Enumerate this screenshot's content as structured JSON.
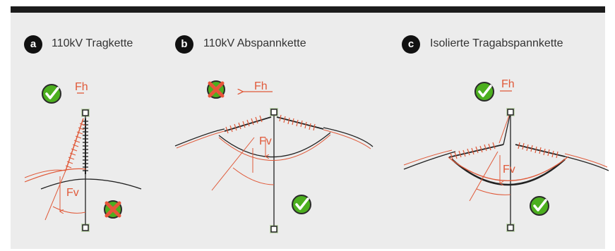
{
  "panels": [
    {
      "letter": "a",
      "title": "110kV Tragkette",
      "force_h": "Fh",
      "force_v": "Fv",
      "status_top": "check-icon",
      "status_bottom": "cross-icon"
    },
    {
      "letter": "b",
      "title": "110kV Abspannkette",
      "force_h": "Fh",
      "force_v": "Fv",
      "status_top": "cross-icon",
      "status_bottom": "check-icon"
    },
    {
      "letter": "c",
      "title": "Isolierte Tragabspannkette",
      "force_h": "Fh",
      "force_v": "Fv",
      "status_top": "check-icon",
      "status_bottom": "check-icon"
    }
  ],
  "colors": {
    "header_bar": "#1c1c1c",
    "panel_bg": "#ececec",
    "force_red": "#e05a3a",
    "conductor": "#1a1a1a",
    "check_green": "#4caf1f",
    "cross_red": "#e8553a",
    "anchor_green": "#9ac47a"
  }
}
